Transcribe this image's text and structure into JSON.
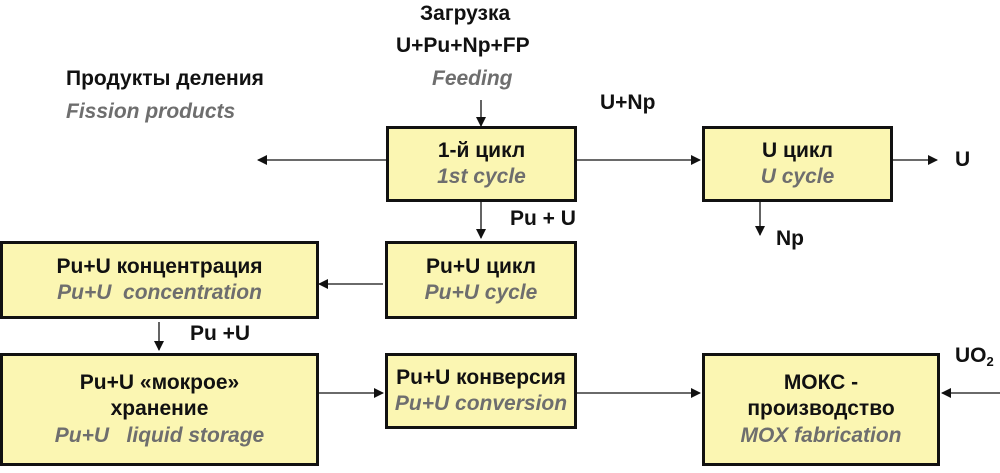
{
  "feed": {
    "title": "Загрузка",
    "composition": "U+Pu+Np+FP",
    "english": "Feeding"
  },
  "fission_products": {
    "russian": "Продукты деления",
    "english": "Fission products"
  },
  "flows": {
    "u_np": "U+Np",
    "pu_u_1": "Pu + U",
    "pu_u_2": "Pu +U",
    "u_out": "U",
    "np_out": "Np",
    "uo2_base": "UO",
    "uo2_sub": "2"
  },
  "boxes": {
    "first_cycle": {
      "ru": "1-й цикл",
      "en": "1st cycle"
    },
    "u_cycle": {
      "ru": "U цикл",
      "en": "U cycle"
    },
    "puu_cycle": {
      "ru": "Pu+U цикл",
      "en": "Pu+U cycle"
    },
    "puu_concentration": {
      "ru": "Pu+U концентрация",
      "en": "Pu+U  concentration"
    },
    "puu_storage": {
      "ru1": "Pu+U «мокрое»",
      "ru2": "хранение",
      "en": "Pu+U   liquid storage"
    },
    "puu_conversion": {
      "ru": "Pu+U конверсия",
      "en": "Pu+U conversion"
    },
    "mox": {
      "ru1": "МОКС -",
      "ru2": "производство",
      "en": "MOX fabrication"
    }
  },
  "colors": {
    "box_fill": "#fbf6b2",
    "border": "#111111",
    "english_text": "#6e6e6e"
  }
}
